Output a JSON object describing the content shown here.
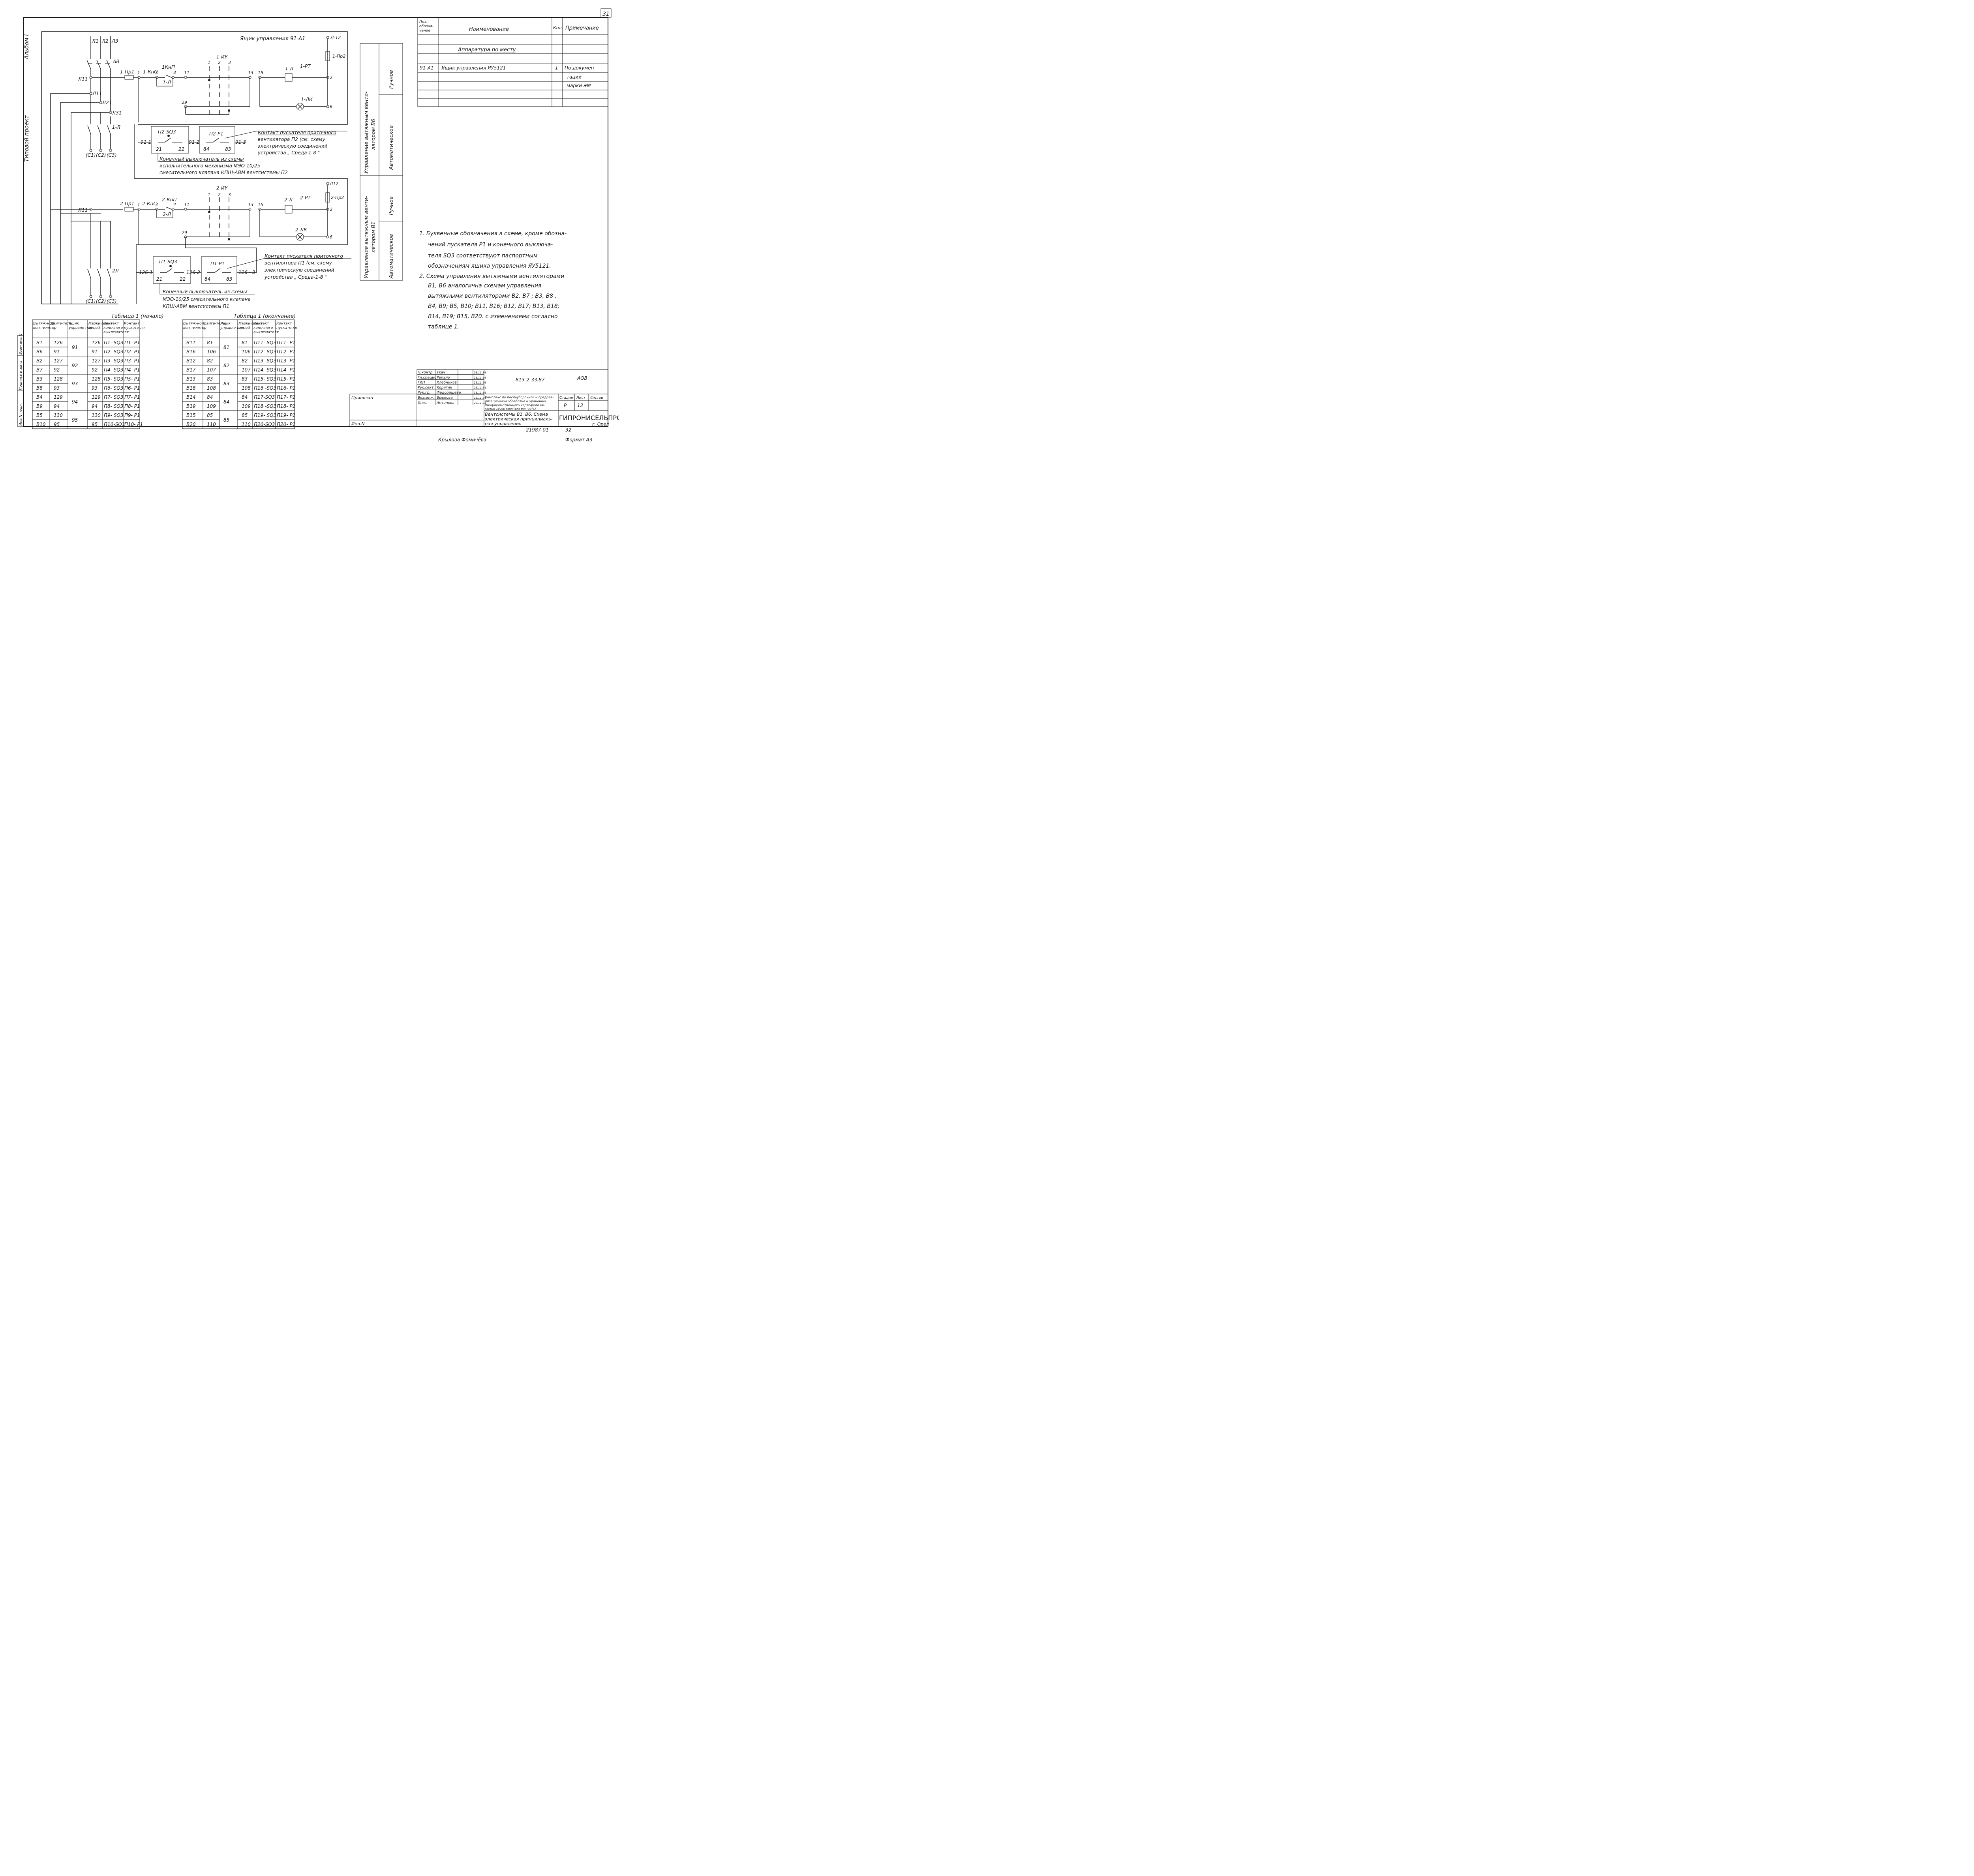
{
  "sheet": {
    "page_number": "31",
    "album": "Альбом I",
    "project_type": "Типовой проект",
    "ref_sheet": "32",
    "order_number": "21987-01",
    "bottom_names": "Крылова  Фомичёва",
    "bottom_format": "Формат А3"
  },
  "spec_table": {
    "header": {
      "pos": "Поз. обозна-чение",
      "name": "Наименование",
      "qty": "Кол.",
      "note": "Примечание"
    },
    "section_title": "Аппаратура  по  месту",
    "rows": [
      {
        "pos": "91-А1",
        "name": "Ящик  управления  ЯУ5121",
        "qty": "1",
        "note": "По докумен-"
      },
      {
        "pos": "",
        "name": "",
        "qty": "",
        "note": "тации"
      },
      {
        "pos": "",
        "name": "",
        "qty": "",
        "note": "марки ЭМ"
      }
    ]
  },
  "mode_table": {
    "block1_title": "Управление вытяжным венти-",
    "block1_title2": "лятором В6",
    "block1_manual": "Ручное",
    "block1_auto": "Автоматическое",
    "block2_title": "Управление вытяжным венти-",
    "block2_title2": "лятором В1",
    "block2_manual": "Ручное",
    "block2_auto": "Автоматическое"
  },
  "schematic": {
    "box1_title": "Ящик управления 91-А1",
    "phases": [
      "Л1",
      "Л2",
      "Л3"
    ],
    "breaker": "АВ",
    "l11": "Л11",
    "l11b": "Л11",
    "l21": "Л21",
    "l31": "Л31",
    "contactor1": "1-Л",
    "contactor2": "2Л",
    "motor_terms": [
      "(С1)",
      "(С2)",
      "(С3)"
    ],
    "motor_terms2": [
      "(С1)",
      "(С2)",
      "(С3)"
    ],
    "c1": {
      "fuse": "1-Пр1",
      "stop": "1-КнС",
      "start": "1КнП",
      "aux": "1-Л",
      "coil": "1-Л",
      "relay": "1-РТ",
      "lamp": "1-ЛК",
      "switch": "1-ИУ",
      "fuse2": "1-Пр2",
      "top": "Л-12",
      "n1": "1",
      "n3": "3",
      "n4": "4",
      "n11": "11",
      "n13": "13",
      "n15": "15",
      "n2": "2",
      "n6": "6",
      "n29": "29",
      "sw1": "1",
      "sw2": "2",
      "sw3": "3"
    },
    "c2": {
      "fuse": "2-Пр1",
      "stop": "2-КнС",
      "start": "2-КнП",
      "aux": "2-Л",
      "coil": "2-Л",
      "relay": "2-РТ",
      "lamp": "2-ЛК",
      "switch": "2-ИУ",
      "fuse2": "2-Пр2",
      "top": "Л12",
      "n1": "1",
      "n3": "3",
      "n4": "4",
      "n11": "11",
      "n13": "13",
      "n15": "15",
      "n2": "2",
      "n6": "6",
      "n29": "29",
      "sw1": "1",
      "sw2": "2",
      "sw3": "3"
    },
    "ext1": {
      "sq": "П2-SQ3",
      "p": "П2-Р1",
      "t1": "91-1",
      "t2": "91-2",
      "t3": "91-3",
      "c21": "21",
      "c22": "22",
      "c84": "84",
      "c83": "83",
      "note_p": [
        "Контакт пускателя приточного",
        "вентилятора П2 (см. схему",
        "электрическую соединений",
        "устройства „ Среда 1-8 \""
      ],
      "note_sq": [
        "Конечный выключатель из схемы",
        "исполнительного механизма МЭО-10/25",
        "смесительного клапана КПШ-АВМ вентсистемы П2"
      ]
    },
    "ext2": {
      "sq": "П1-SQ3",
      "p": "П1-Р1",
      "t1": "126-1",
      "t2": "126-2",
      "t3": "126 - 3",
      "c21": "21",
      "c22": "22",
      "c84": "84",
      "c83": "83",
      "note_p": [
        "Контакт пускателя приточного",
        "вентилятора П1 (см. схему",
        "электрическую соединений",
        "устройства „ Среда-1-8 \""
      ],
      "note_sq": [
        "Конечный выключатель из схемы",
        "МЭО-10/25  смесительного клапана",
        "КПШ-АВМ  вентсистемы П1"
      ]
    }
  },
  "notes": [
    "1.  Буквенные  обозначения   в  схеме, кроме обозна-",
    "чений   пускателя  Р1  и   конечного  выключа-",
    "теля   SQ3    соответствуют    паспортным",
    "обозначениям  ящика   управления  ЯУ5121.",
    "2.  Схема  управления  вытяжными  вентиляторами",
    "В1, В6  аналогична   схемам  управления",
    "вытяжными  вентиляторами  В2, В7 ; В3, В8 ,",
    "В4, В9;   В5, В10;    В11, В16;   В12, В17;  В13, В18;",
    "В14, В19;   В15, В20.    с   изменениями  согласно",
    "таблице 1."
  ],
  "table1a": {
    "title": "Таблица 1 (начало)",
    "headers": [
      "Вытяж-ной вен-тилятор",
      "Двига-тель",
      "Ящик управле-ния",
      "Марки-ровка цепей",
      "Контакт конечного выключателя",
      "Контакт пускате-ля"
    ],
    "rows": [
      [
        "В1",
        "126",
        "91",
        "126",
        "П1- SQ3",
        "П1- Р1"
      ],
      [
        "В6",
        "91",
        "",
        "91",
        "П2- SQ3",
        "П2- Р1"
      ],
      [
        "В2",
        "127",
        "92",
        "127",
        "П3- SQ3",
        "П3- Р1"
      ],
      [
        "В7",
        "92",
        "",
        "92",
        "П4- SQ3",
        "П4- Р1"
      ],
      [
        "В3",
        "128",
        "93",
        "128",
        "П5- SQ3",
        "П5- Р1"
      ],
      [
        "В8",
        "93",
        "",
        "93",
        "П6- SQ3",
        "П6- Р1"
      ],
      [
        "В4",
        "129",
        "94",
        "129",
        "П7- SQ3",
        "П7- Р1"
      ],
      [
        "В9",
        "94",
        "",
        "94",
        "П8- SQ3",
        "П8- Р1"
      ],
      [
        "В5",
        "130",
        "95",
        "130",
        "П9- SQ3",
        "П9- Р1"
      ],
      [
        "В10",
        "95",
        "",
        "95",
        "П10-SQ3",
        "П10- Р1"
      ]
    ]
  },
  "table1b": {
    "title": "Таблица 1 (окончание)",
    "headers": [
      "Вытяж-ной вен-тилятор",
      "Двига-тель",
      "Ящик управле-ния",
      "Марки-ровка цепей",
      "Контакт конечного выключателя",
      "Контакт пускате-ля"
    ],
    "rows": [
      [
        "В11",
        "81",
        "81",
        "81",
        "П11- SQ3",
        "П11- Р1"
      ],
      [
        "В16",
        "106",
        "",
        "106",
        "П12- SQ3",
        "П12- Р1"
      ],
      [
        "В12",
        "82",
        "82",
        "82",
        "П13- SQ3",
        "П13- Р1"
      ],
      [
        "В17",
        "107",
        "",
        "107",
        "П14 -SQ3",
        "П14- Р1"
      ],
      [
        "В13",
        "83",
        "83",
        "83",
        "П15- SQ3",
        "П15- Р1"
      ],
      [
        "В18",
        "108",
        "",
        "108",
        "П16 -SQ3",
        "П16- Р1"
      ],
      [
        "В14",
        "84",
        "84",
        "84",
        "П17-SQ3",
        "П17- Р1"
      ],
      [
        "В19",
        "109",
        "",
        "109",
        "П18 -SQ3",
        "П18- Р1"
      ],
      [
        "В15",
        "85",
        "85",
        "85",
        "П19- SQ3",
        "П19- Р1"
      ],
      [
        "В20",
        "110",
        "",
        "110",
        "П20-SQ3",
        "П20- Р1"
      ]
    ]
  },
  "left_strip": [
    "Инв.N подл.",
    "Подпись и дата",
    "Взам.инв.N"
  ],
  "title_block": {
    "binding": "Привязан",
    "inv": "Инв.N",
    "roles": [
      "Н.контр.",
      "Гл.специст",
      "ГИП",
      "Рук.сект.",
      "Рук.гр.",
      "Вед.инж.",
      "Инж."
    ],
    "names": [
      "Ткач",
      "Репало",
      "Хлебников",
      "Корягин",
      "Федорищева",
      "Выркова",
      "Антонова"
    ],
    "dates": [
      "28.11.84",
      "28.11.84",
      "28.11.84",
      "28.11.84",
      "28.11.84",
      "28.11.84",
      "28.11.84"
    ],
    "code": "813-2-33.87",
    "mark": "АОВ",
    "project_title": [
      "Комплекс по послеуборочной и предреа-",
      "лизационной обработке и хранению",
      "продовольственного картофеля ем-",
      "костью 10000 тонн (для tн= -30°С)"
    ],
    "sheet_title": [
      "Вентсистемы В1, В6. Схема",
      "электрическая принципиаль-",
      "ная управления"
    ],
    "stage_label": "Стадия",
    "sheet_label": "Лист",
    "sheets_label": "Листов",
    "stage": "Р",
    "sheet": "12",
    "sheets": "",
    "org": "ГИПРОНИСЕЛЬПРОМ",
    "city": "г. Орел"
  }
}
